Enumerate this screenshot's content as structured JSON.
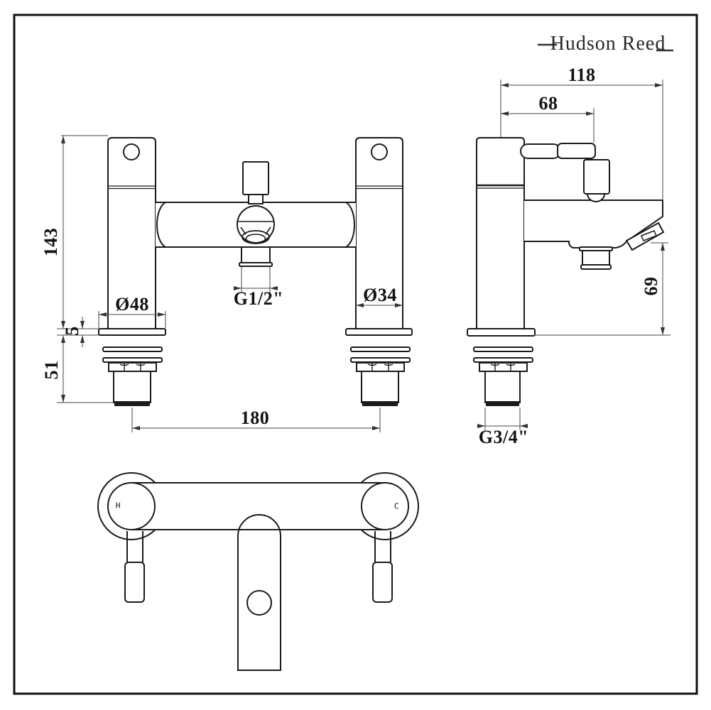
{
  "brand": {
    "name": "Hudson Reed"
  },
  "drawing": {
    "front_view": {
      "height": "143",
      "deck_plate_thickness": "5",
      "tail_length": "51",
      "flange_diameter": "Ø48",
      "body_diameter": "Ø34",
      "shower_hose_thread": "G1/2\"",
      "inlet_centres": "180"
    },
    "side_view": {
      "depth": "118",
      "handle_projection": "68",
      "spout_clearance": "69",
      "inlet_thread": "G3/4\""
    },
    "plan_view": {
      "hot_indicator": "H",
      "cold_indicator": "C"
    }
  },
  "colors": {
    "line": "#1b1b1b",
    "dimension_line": "#444444",
    "background": "#ffffff"
  }
}
